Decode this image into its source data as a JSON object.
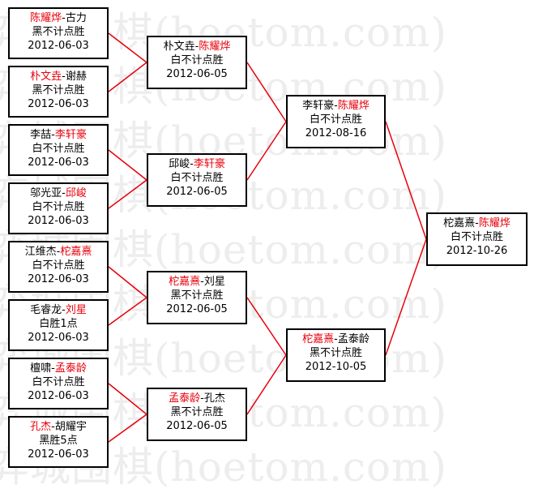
{
  "watermark_text": "弈城围棋(hoetom.com)",
  "colors": {
    "winner": "#e8000b",
    "connector": "#e8000b",
    "border": "#000000"
  },
  "rounds": [
    {
      "matches": [
        {
          "p1": "陈耀烨",
          "p2": "古力",
          "winner": 1,
          "result": "黑不计点胜",
          "date": "2012-06-03"
        },
        {
          "p1": "朴文垚",
          "p2": "谢赫",
          "winner": 1,
          "result": "黑不计点胜",
          "date": "2012-06-03"
        },
        {
          "p1": "李喆",
          "p2": "李轩豪",
          "winner": 2,
          "result": "白不计点胜",
          "date": "2012-06-03"
        },
        {
          "p1": "邬光亚",
          "p2": "邱峻",
          "winner": 2,
          "result": "白不计点胜",
          "date": "2012-06-03"
        },
        {
          "p1": "江维杰",
          "p2": "柁嘉熹",
          "winner": 2,
          "result": "白不计点胜",
          "date": "2012-06-03"
        },
        {
          "p1": "毛睿龙",
          "p2": "刘星",
          "winner": 2,
          "result": "白胜1点",
          "date": "2012-06-03"
        },
        {
          "p1": "檀啸",
          "p2": "孟泰龄",
          "winner": 2,
          "result": "白不计点胜",
          "date": "2012-06-03"
        },
        {
          "p1": "孔杰",
          "p2": "胡耀宇",
          "winner": 1,
          "result": "黑胜5点",
          "date": "2012-06-03"
        }
      ]
    },
    {
      "matches": [
        {
          "p1": "朴文垚",
          "p2": "陈耀烨",
          "winner": 2,
          "result": "白不计点胜",
          "date": "2012-06-05"
        },
        {
          "p1": "邱峻",
          "p2": "李轩豪",
          "winner": 2,
          "result": "白不计点胜",
          "date": "2012-06-05"
        },
        {
          "p1": "柁嘉熹",
          "p2": "刘星",
          "winner": 1,
          "result": "黑不计点胜",
          "date": "2012-06-05"
        },
        {
          "p1": "孟泰龄",
          "p2": "孔杰",
          "winner": 1,
          "result": "黑不计点胜",
          "date": "2012-06-05"
        }
      ]
    },
    {
      "matches": [
        {
          "p1": "李轩豪",
          "p2": "陈耀烨",
          "winner": 2,
          "result": "白不计点胜",
          "date": "2012-08-16"
        },
        {
          "p1": "柁嘉熹",
          "p2": "孟泰龄",
          "winner": 1,
          "result": "黑不计点胜",
          "date": "2012-10-05"
        }
      ]
    },
    {
      "matches": [
        {
          "p1": "柁嘉熹",
          "p2": "陈耀烨",
          "winner": 2,
          "result": "白不计点胜",
          "date": "2012-10-26"
        }
      ]
    }
  ]
}
